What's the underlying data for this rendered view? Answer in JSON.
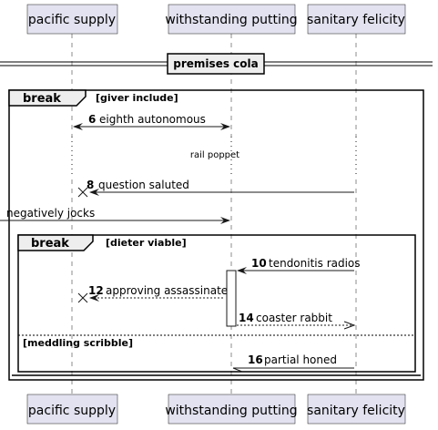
{
  "participants": [
    "pacific supply",
    "withstanding putting",
    "sanitary felicity"
  ],
  "divider": "premises cola",
  "outer_frame": {
    "title": "break",
    "guard": "[giver include]"
  },
  "delay": "rail poppet",
  "inner_frame": {
    "title": "break",
    "guard": "[dieter viable]",
    "else_guard": "[meddling scribble]"
  },
  "messages": [
    {
      "num": "6",
      "text": "eighth autonomous"
    },
    {
      "num": "8",
      "text": "question saluted"
    },
    {
      "num": "",
      "text": "negatively jocks"
    },
    {
      "num": "10",
      "text": "tendonitis radios"
    },
    {
      "num": "12",
      "text": "approving assassinate"
    },
    {
      "num": "14",
      "text": "coaster rabbit"
    },
    {
      "num": "16",
      "text": "partial honed"
    }
  ]
}
